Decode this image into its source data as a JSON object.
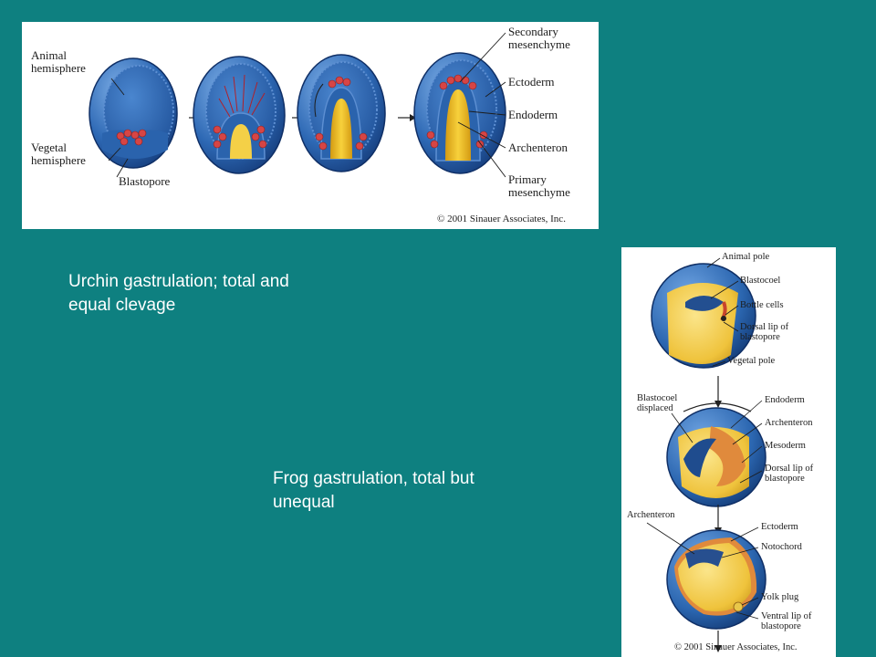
{
  "urchin": {
    "labels": {
      "animal_hemisphere": [
        "Animal",
        "hemisphere"
      ],
      "vegetal_hemisphere": [
        "Vegetal",
        "hemisphere"
      ],
      "blastopore": "Blastopore",
      "secondary_mesenchyme": [
        "Secondary",
        "mesenchyme"
      ],
      "ectoderm": "Ectoderm",
      "endoderm": "Endoderm",
      "archenteron": "Archenteron",
      "primary_mesenchyme": [
        "Primary",
        "mesenchyme"
      ]
    },
    "copyright": "© 2001 Sinauer Associates, Inc."
  },
  "frog": {
    "labels": {
      "animal_pole": "Animal pole",
      "blastocoel": "Blastocoel",
      "bottle_cells": "Bottle cells",
      "dorsal_lip_1": [
        "Dorsal lip of",
        "blastopore"
      ],
      "vegetal_pole": "Vegetal pole",
      "blastocoel_displaced": [
        "Blastocoel",
        "displaced"
      ],
      "endoderm": "Endoderm",
      "archenteron": "Archenteron",
      "mesoderm": "Mesoderm",
      "dorsal_lip_2": [
        "Dorsal lip of",
        "blastopore"
      ],
      "archenteron_left": "Archenteron",
      "ectoderm": "Ectoderm",
      "notochord": "Notochord",
      "yolk_plug": "Yolk plug",
      "ventral_lip": [
        "Ventral lip of",
        "blastopore"
      ]
    },
    "copyright": "© 2001 Sinauer Associates, Inc."
  },
  "captions": {
    "urchin": [
      "Urchin gastrulation; total and",
      "equal clevage"
    ],
    "frog": [
      "Frog gastrulation,  total but",
      "unequal"
    ]
  },
  "colors": {
    "background": "#0e8080",
    "embryo_blue": "#2f6fb8",
    "yolk": "#f2c531",
    "mesenchyme_red": "#cc3b3b"
  }
}
